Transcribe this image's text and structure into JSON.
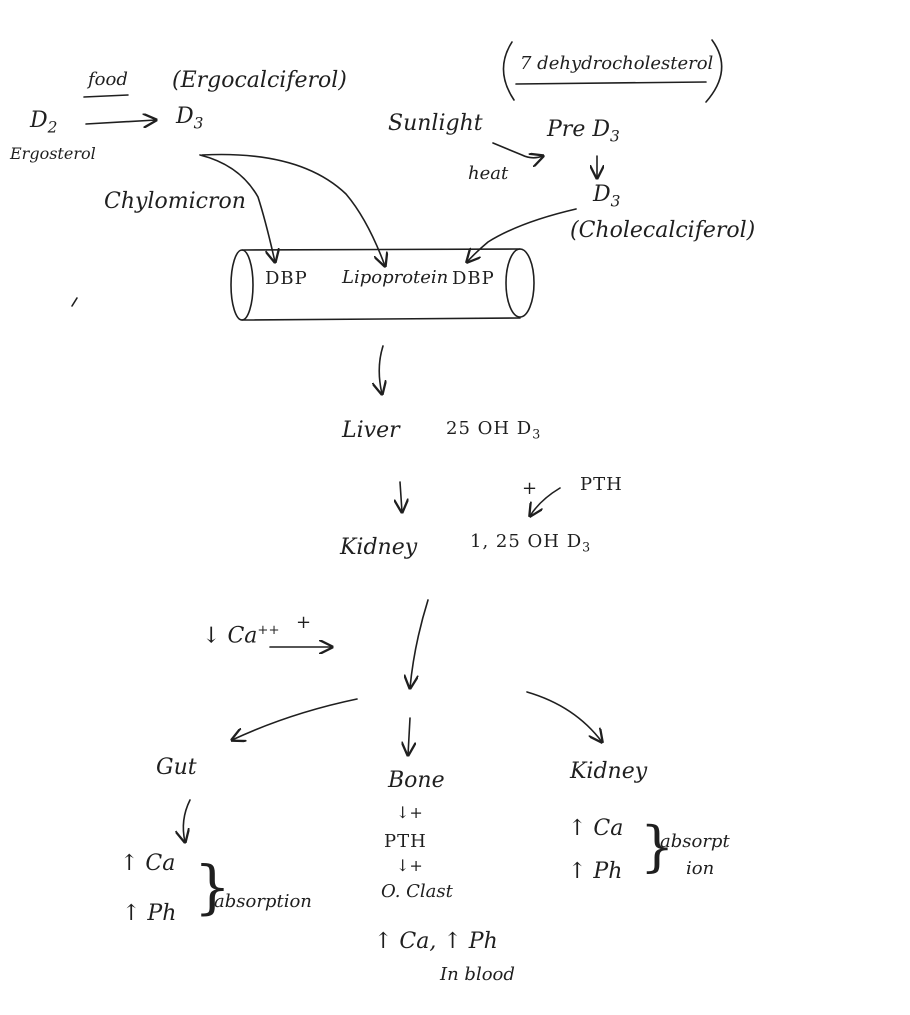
{
  "top_left": {
    "food": "food",
    "ergocalciferol": "(Ergocalciferol)",
    "d2": "D",
    "d2_sub": "2",
    "d3": "D",
    "d3_sub": "3",
    "ergosterol": "Ergosterol",
    "chylomicron": "Chylomicron"
  },
  "top_right": {
    "dehydro": "7 dehydrocholesterol",
    "sunlight": "Sunlight",
    "heat": "heat",
    "pre_d3": "Pre D",
    "pre_d3_sub": "3",
    "d3": "D",
    "d3_sub": "3",
    "cholecalciferol": "(Cholecalciferol)"
  },
  "vessel": {
    "dbp_left": "DBP",
    "lipoprotein": "Lipoprotein",
    "dbp_right": "DBP"
  },
  "liver": {
    "label": "Liver",
    "product": "25 OH D",
    "product_sub": "3"
  },
  "kidney": {
    "label": "Kidney",
    "product": "1, 25 OH D",
    "product_sub": "3",
    "plus": "+",
    "pth": "PTH"
  },
  "feedback": {
    "down": "↓",
    "ca": "Ca",
    "ca_sup": "++",
    "plus": "+"
  },
  "gut": {
    "label": "Gut",
    "ca": "↑ Ca",
    "ph": "↑ Ph",
    "effect": "absorption"
  },
  "bone": {
    "label": "Bone",
    "plus1": "+",
    "pth": "PTH",
    "plus2": "+",
    "oclast": "O. Clast",
    "result": "↑ Ca, ↑ Ph",
    "result2": "In blood"
  },
  "kidney_target": {
    "label": "Kidney",
    "ca": "↑ Ca",
    "ph": "↑ Ph",
    "effect_line1": "absorpt",
    "effect_line2": "ion"
  },
  "colors": {
    "ink": "#1f1f1f",
    "background": "#ffffff"
  }
}
